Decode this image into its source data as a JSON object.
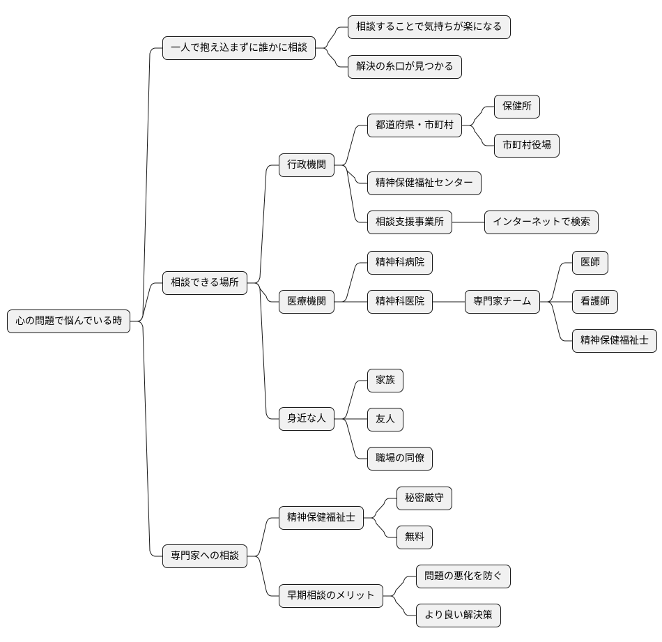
{
  "colors": {
    "node_fill": "#f1f1f1",
    "node_border": "#181818",
    "line": "#181818",
    "background": "#ffffff"
  },
  "mindmap": {
    "root": "心の問題で悩んでいる時",
    "branch1": {
      "label": "一人で抱え込まずに誰かに相談",
      "benefit_relief": "相談することで気持ちが楽になる",
      "benefit_clue": "解決の糸口が見つかる"
    },
    "branch2": {
      "label": "相談できる場所",
      "admin": {
        "label": "行政機関",
        "municipal": "都道府県・市町村",
        "health_center": "保健所",
        "town_office": "市町村役場",
        "mental_center": "精神保健福祉センター",
        "support_office": "相談支援事業所",
        "internet_search": "インターネットで検索"
      },
      "medical": {
        "label": "医療機関",
        "psych_hospital": "精神科病院",
        "psych_clinic": "精神科医院",
        "team": "専門家チーム",
        "doctor": "医師",
        "nurse": "看護師",
        "psw": "精神保健福祉士"
      },
      "close": {
        "label": "身近な人",
        "family": "家族",
        "friend": "友人",
        "colleague": "職場の同僚"
      }
    },
    "branch3": {
      "label": "専門家への相談",
      "psw": {
        "label": "精神保健福祉士",
        "confidential": "秘密厳守",
        "free": "無料"
      },
      "early": {
        "label": "早期相談のメリット",
        "prevent": "問題の悪化を防ぐ",
        "better": "より良い解決策"
      }
    }
  }
}
